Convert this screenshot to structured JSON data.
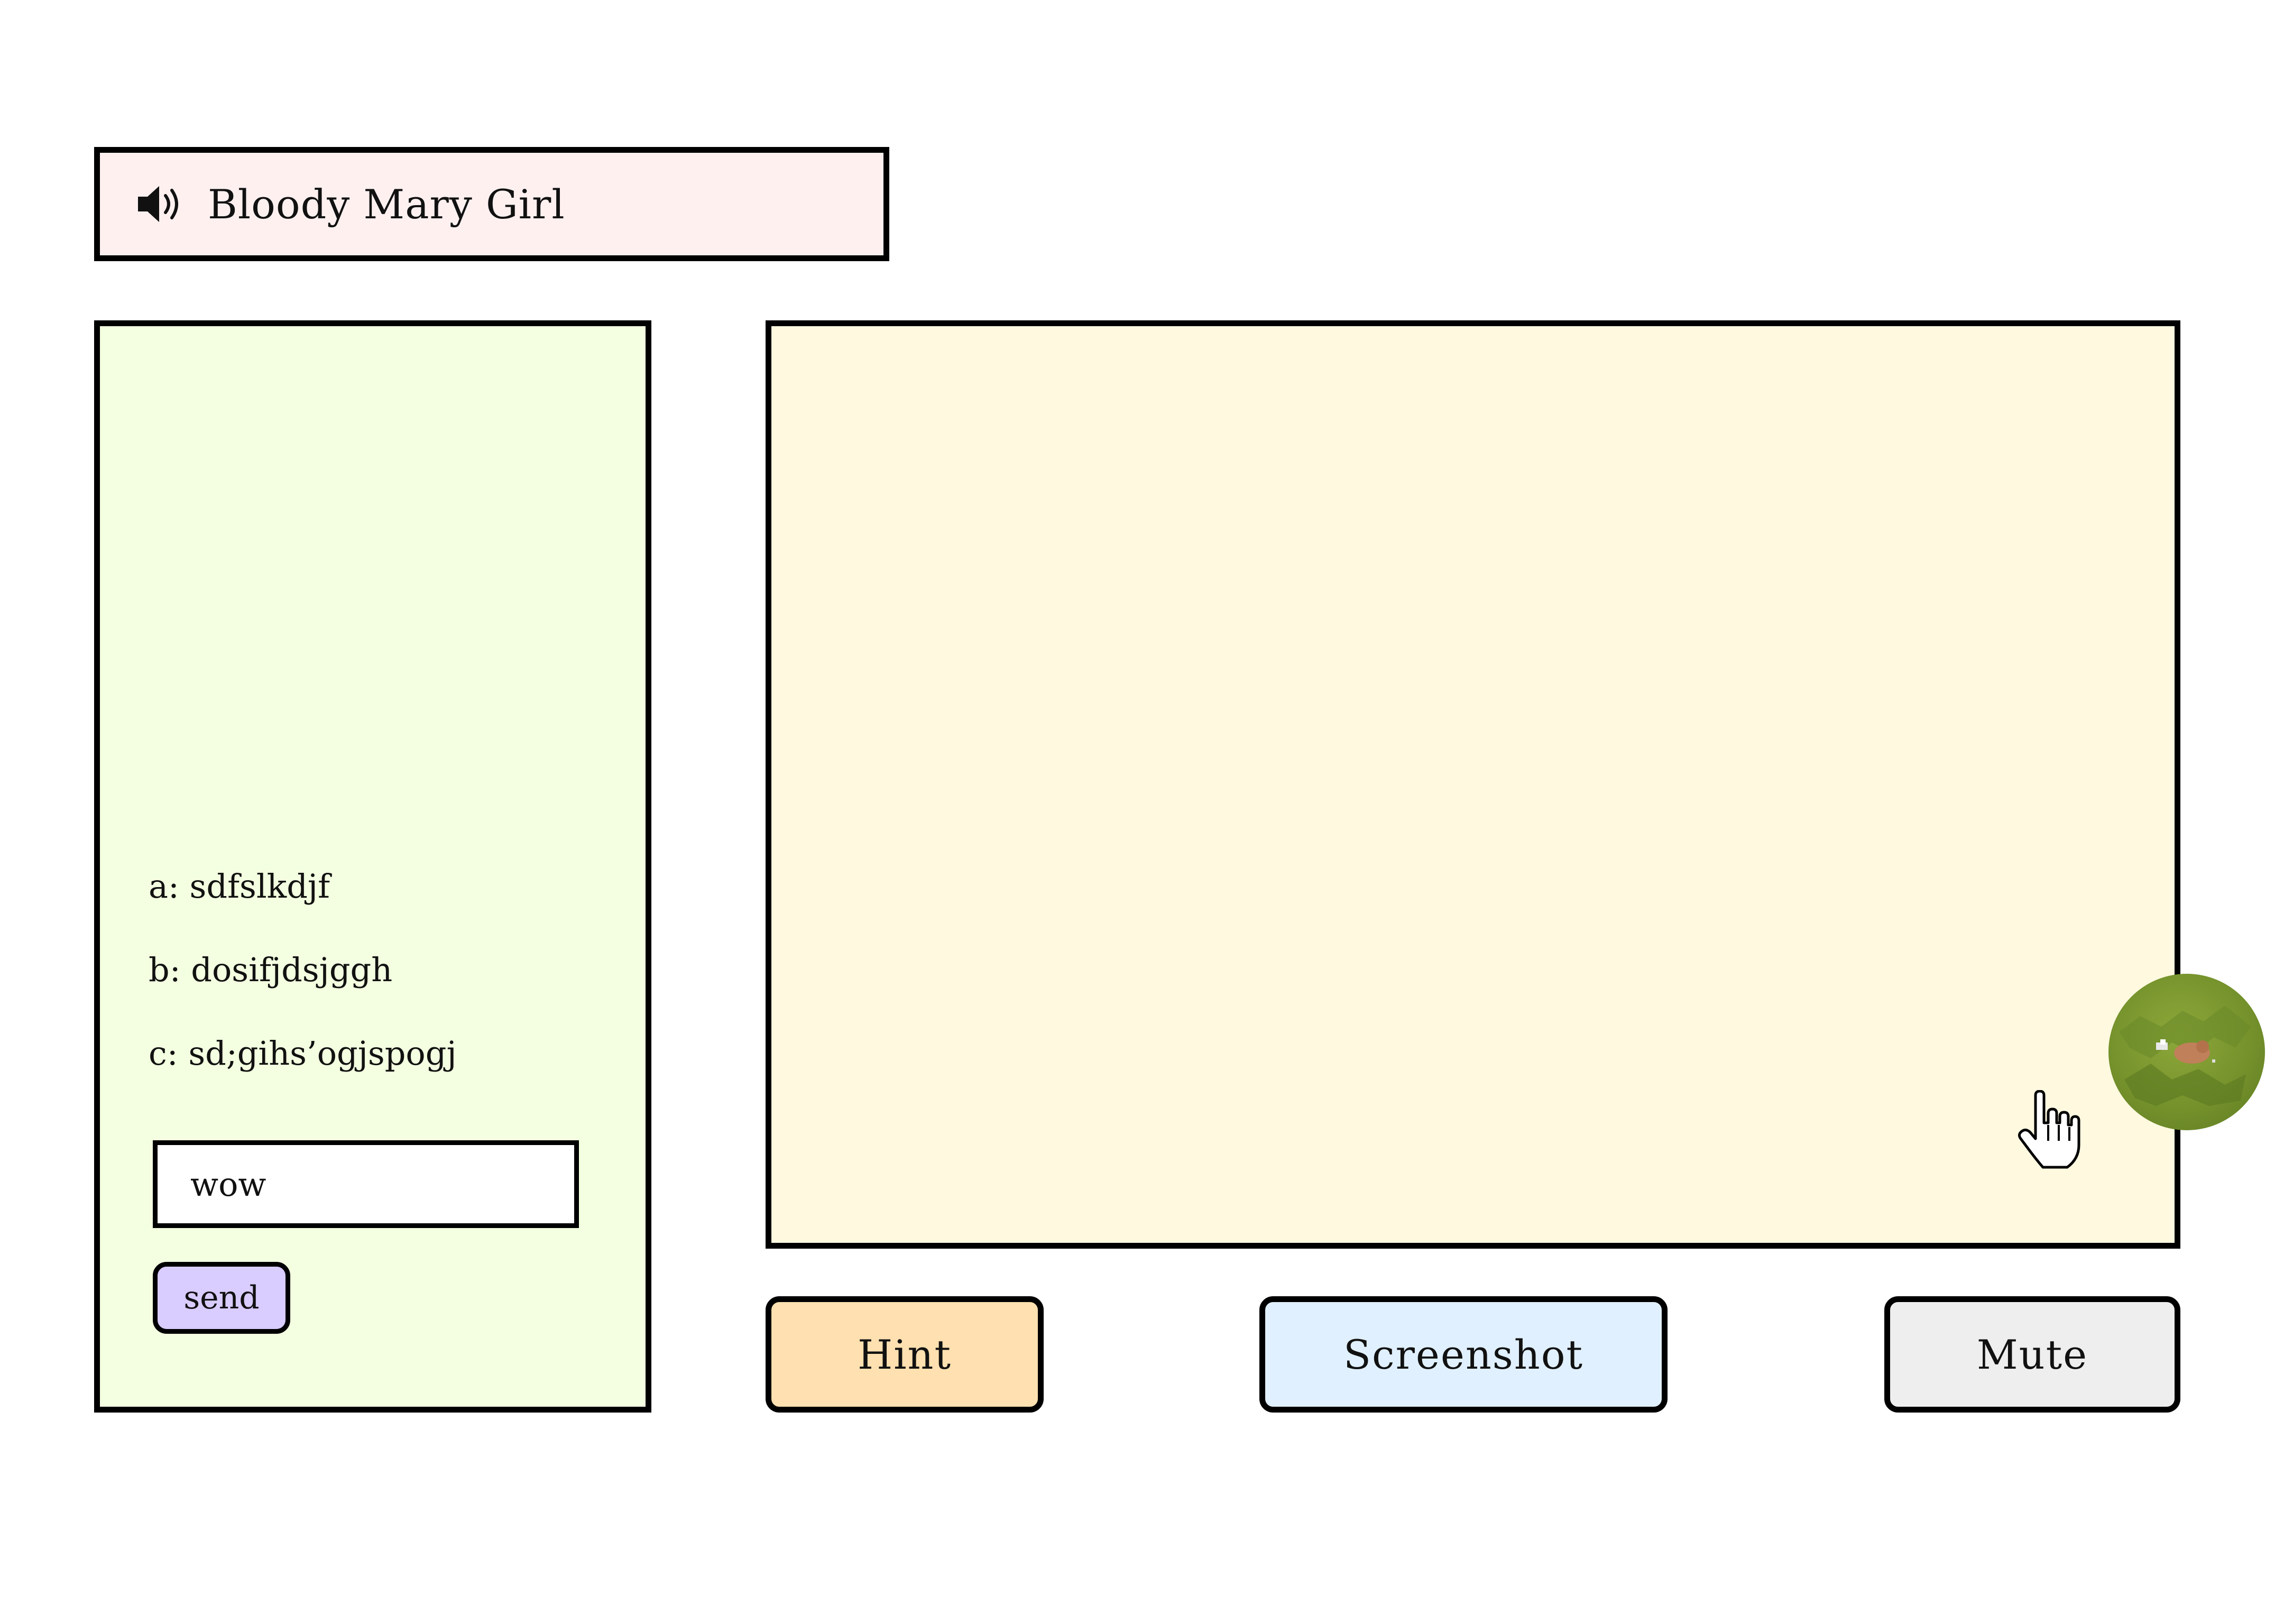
{
  "title_bar": {
    "icon": "speaker-icon",
    "title": "Bloody Mary Girl",
    "background": "#fff0f0"
  },
  "chat": {
    "background": "#f3ffe0",
    "messages": [
      {
        "text": "a: sdfslkdjf"
      },
      {
        "text": "b: dosifjdsjggh"
      },
      {
        "text": "c: sd;gihs’ogjspogj"
      }
    ],
    "input_value": "wow",
    "send_label": "send",
    "send_color": "#d9ccff"
  },
  "game": {
    "background": "#fff9e0",
    "avatar_icon": "character-avatar-icon",
    "cursor_icon": "hand-pointer-icon"
  },
  "controls": {
    "hint_label": "Hint",
    "hint_color": "#ffe0b0",
    "screenshot_label": "Screenshot",
    "screenshot_color": "#e0f0ff",
    "mute_label": "Mute",
    "mute_color": "#eeeeee"
  }
}
